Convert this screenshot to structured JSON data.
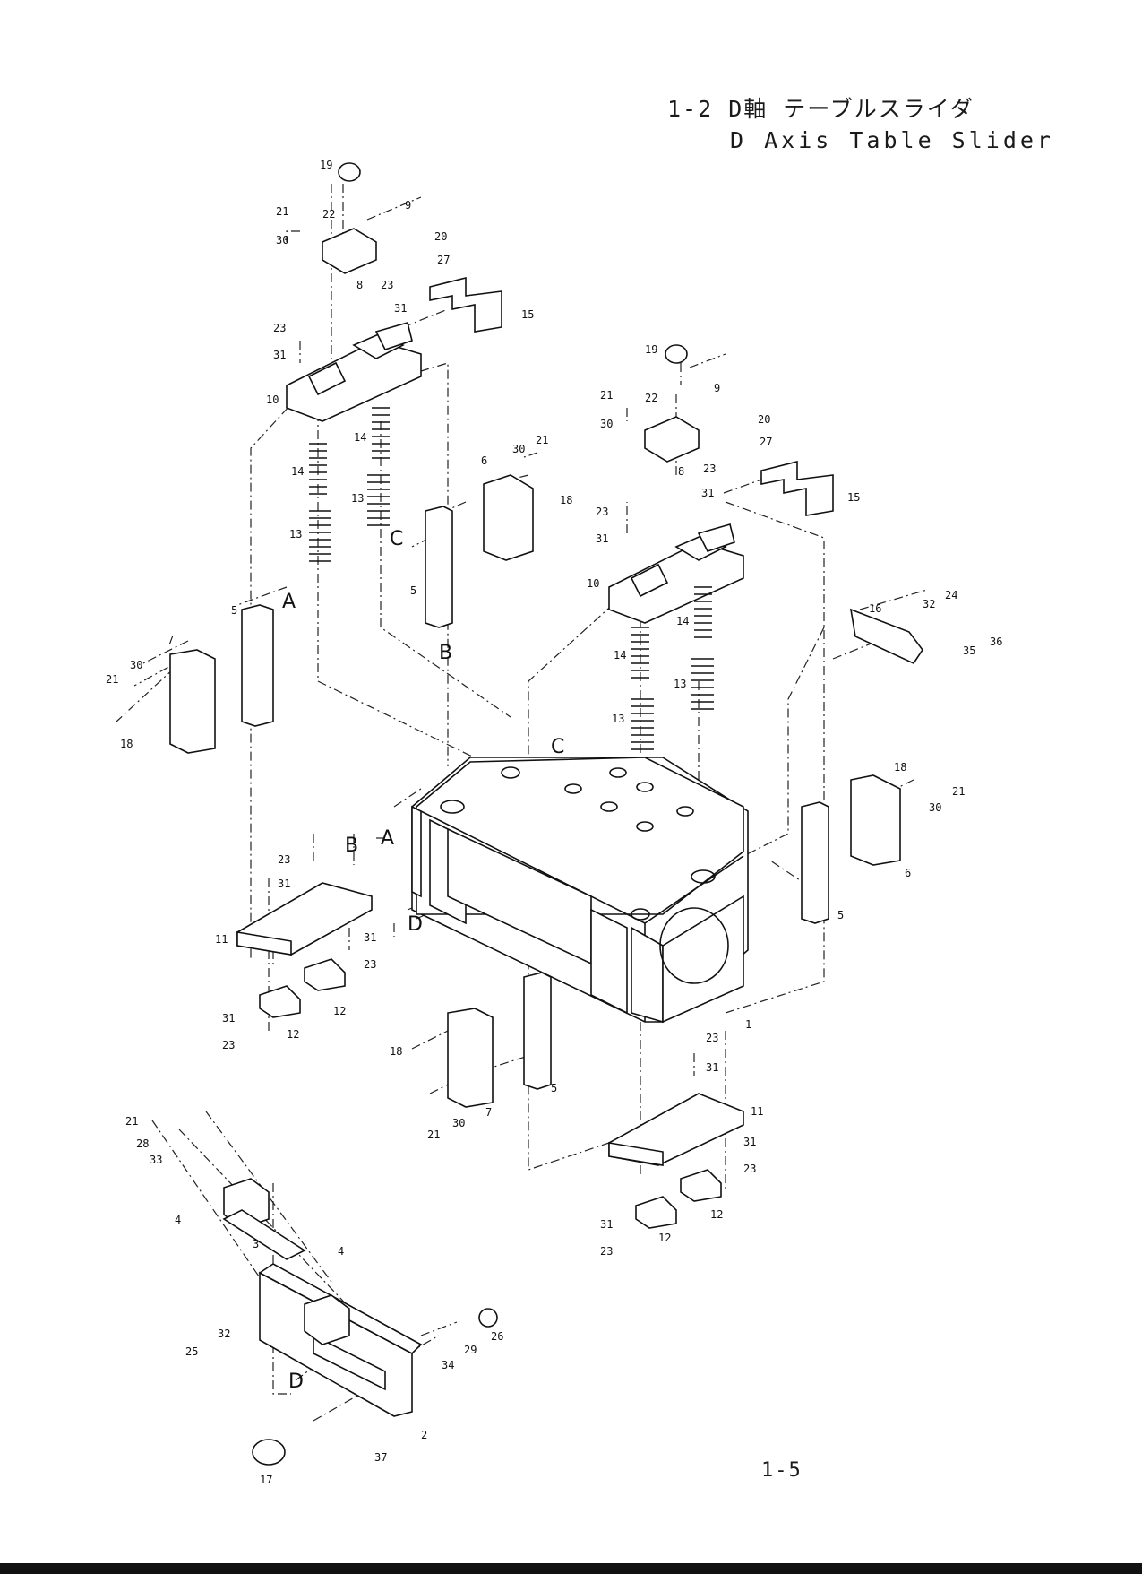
{
  "document": {
    "title_jp": "1-2 D軸 テーブルスライダ",
    "title_en": "D Axis Table Slider",
    "page_number": "1-5"
  },
  "reference_letters": {
    "a": "A",
    "b": "B",
    "c": "C",
    "d": "D"
  },
  "part_labels": {
    "p1": "1",
    "p2": "2",
    "p3": "3",
    "p4": "4",
    "p5": "5",
    "p6": "6",
    "p7": "7",
    "p8": "8",
    "p9": "9",
    "p10": "10",
    "p11": "11",
    "p12": "12",
    "p13": "13",
    "p14": "14",
    "p15": "15",
    "p16": "16",
    "p17": "17",
    "p18": "18",
    "p19": "19",
    "p20": "20",
    "p21": "21",
    "p22": "22",
    "p23": "23",
    "p24": "24",
    "p25": "25",
    "p26": "26",
    "p27": "27",
    "p28": "28",
    "p29": "29",
    "p30": "30",
    "p31": "31",
    "p32": "32",
    "p33": "33",
    "p34": "34",
    "p35": "35",
    "p36": "36",
    "p37": "37"
  }
}
